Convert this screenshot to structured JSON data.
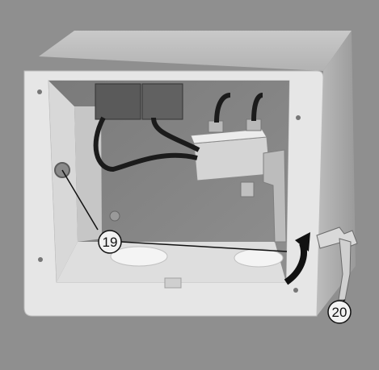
{
  "colors": {
    "background": "#8f8f8f",
    "housing_light": "#e9e9e9",
    "housing_mid": "#cfcfcf",
    "housing_dark": "#a9a9a9",
    "interior": "#8a8a8a",
    "cable": "#1b1b1b",
    "metal": "#bdbdbd",
    "arrow": "#111111",
    "callout_fill": "#f2f2f2",
    "leader": "#111111"
  },
  "callouts": [
    {
      "id": "19",
      "label": "19",
      "target": "screw-and-rotation-arrow"
    },
    {
      "id": "20",
      "label": "20",
      "target": "spanner-tool"
    }
  ],
  "icons": [
    "screw-icon",
    "rotation-arrow-icon",
    "spanner-icon"
  ]
}
